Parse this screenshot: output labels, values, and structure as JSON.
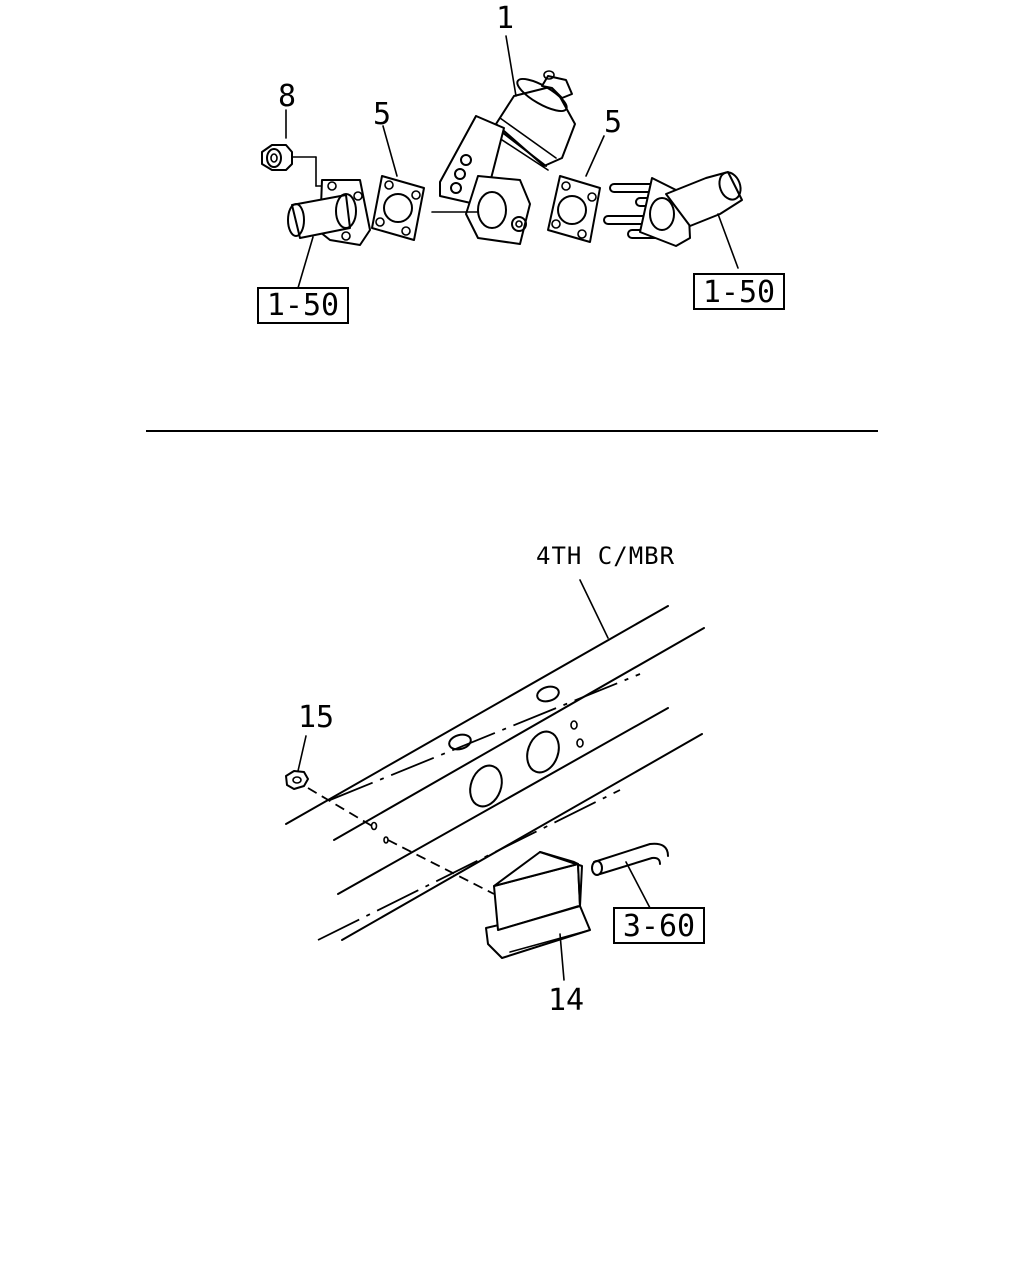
{
  "upper_diagram": {
    "callouts": {
      "part_1": "1",
      "part_8": "8",
      "part_5_left": "5",
      "part_5_right": "5"
    },
    "references": {
      "left_ref": "1-50",
      "right_ref": "1-50"
    }
  },
  "lower_diagram": {
    "member_label": "4TH C/MBR",
    "callouts": {
      "part_15": "15",
      "part_14": "14"
    },
    "references": {
      "hose_ref": "3-60"
    }
  }
}
